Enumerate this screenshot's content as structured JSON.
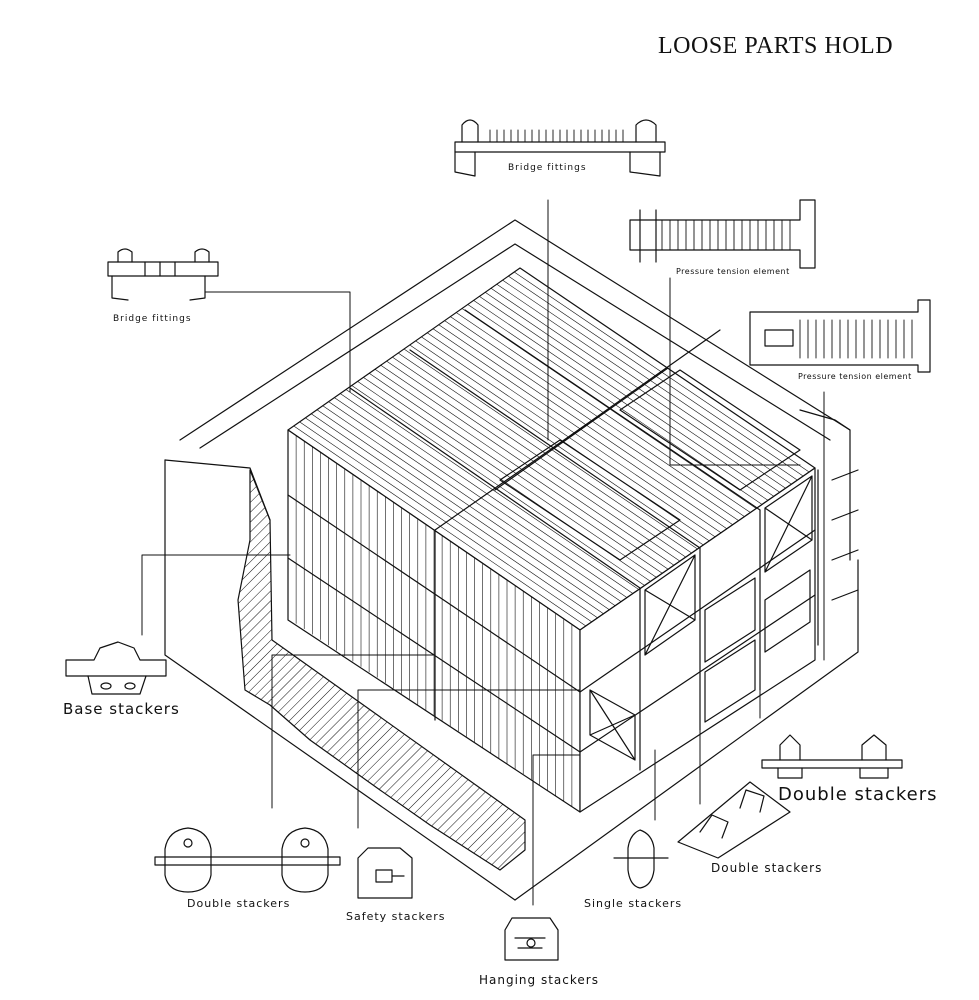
{
  "title": "LOOSE PARTS HOLD",
  "labels": {
    "bridge_fittings_top": "Bridge fittings",
    "bridge_fittings_left": "Bridge fittings",
    "pressure_tension_1": "Pressure tension element",
    "pressure_tension_2": "Pressure tension element",
    "base_stackers": "Base stackers",
    "double_stackers_right": "Double stackers",
    "double_stackers_center": "Double stackers",
    "double_stackers_left": "Double stackers",
    "safety_stackers": "Safety stackers",
    "single_stackers": "Single stackers",
    "hanging_stackers": "Hanging stackers"
  },
  "colors": {
    "line": "#111111",
    "background": "#ffffff"
  }
}
